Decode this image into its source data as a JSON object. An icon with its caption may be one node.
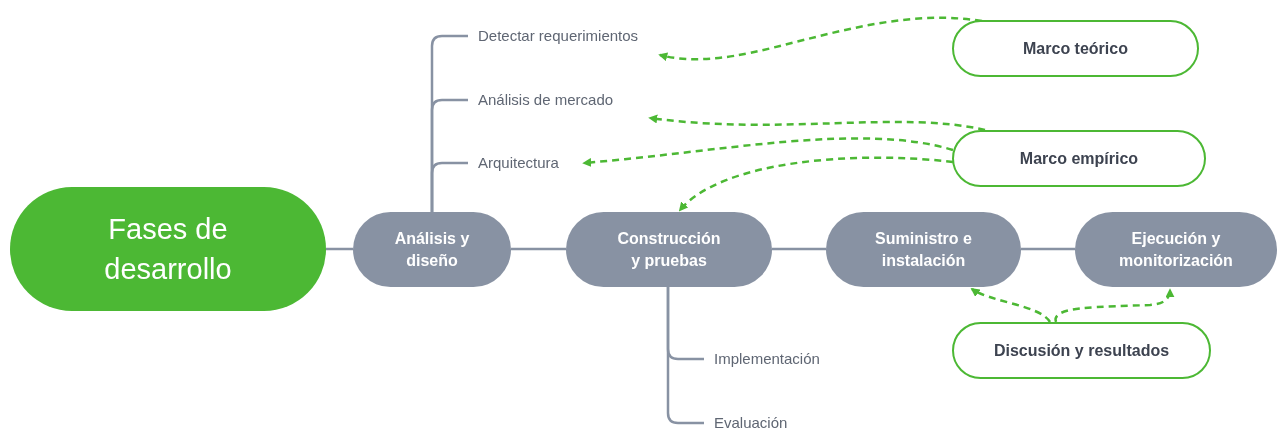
{
  "diagram": {
    "nodes": [
      {
        "text": [
          "Fases de desarrollo"
        ]
      },
      {
        "text": [
          "Análisis y diseño"
        ]
      },
      {
        "text": [
          "Construcción y pruebas"
        ]
      },
      {
        "text": [
          "Suministro e instalación"
        ]
      },
      {
        "text": [
          "Ejecución y monitorización"
        ]
      },
      {
        "text": [
          "Detectar requerimientos"
        ]
      },
      {
        "text": [
          "Análisis de mercado"
        ]
      },
      {
        "text": [
          "Arquitectura"
        ]
      },
      {
        "text": [
          "Implementación"
        ]
      },
      {
        "text": [
          "Evaluación"
        ]
      },
      {
        "text": [
          "Marco teórico"
        ]
      },
      {
        "text": [
          "Marco empírico"
        ]
      },
      {
        "text": [
          "Discusión y resultados"
        ]
      }
    ],
    "edges": [
      {
        "from": 0,
        "to": 1,
        "arrow": "none"
      },
      {
        "from": 1,
        "to": 2,
        "arrow": "none"
      },
      {
        "from": 2,
        "to": 3,
        "arrow": "none"
      },
      {
        "from": 3,
        "to": 4,
        "arrow": "none"
      },
      {
        "from": 1,
        "to": 5,
        "arrow": "none"
      },
      {
        "from": 1,
        "to": 6,
        "arrow": "none"
      },
      {
        "from": 1,
        "to": 7,
        "arrow": "none"
      },
      {
        "from": 2,
        "to": 8,
        "arrow": "none"
      },
      {
        "from": 2,
        "to": 9,
        "arrow": "none"
      },
      {
        "from": 10,
        "to": 5,
        "arrow": "to",
        "style": "dashed",
        "color": "#4cb834"
      },
      {
        "from": 11,
        "to": 6,
        "arrow": "to",
        "style": "dashed",
        "color": "#4cb834"
      },
      {
        "from": 11,
        "to": 7,
        "arrow": "to",
        "style": "dashed",
        "color": "#4cb834"
      },
      {
        "from": 11,
        "to": 2,
        "arrow": "to",
        "style": "dashed",
        "color": "#4cb834"
      },
      {
        "from": 12,
        "to": 3,
        "arrow": "to",
        "style": "dashed",
        "color": "#4cb834"
      },
      {
        "from": 12,
        "to": 4,
        "arrow": "to",
        "style": "dashed",
        "color": "#4cb834"
      }
    ]
  }
}
